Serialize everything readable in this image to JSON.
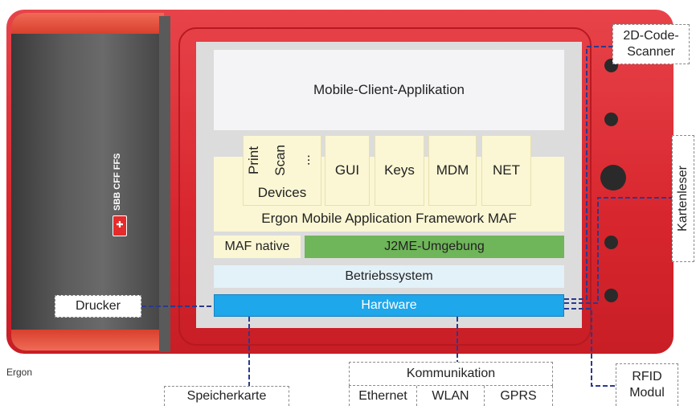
{
  "device": {
    "logo_text": "SBB CFF FFS",
    "logo_symbol": "✚"
  },
  "stack": {
    "app": "Mobile-Client-Applikation",
    "devices": {
      "items": [
        "Print",
        "Scan",
        "..."
      ],
      "label": "Devices"
    },
    "modules": [
      "GUI",
      "Keys",
      "MDM",
      "NET"
    ],
    "framework": "Ergon Mobile Application Framework MAF",
    "maf_native": "MAF native",
    "j2me": "J2ME-Umgebung",
    "os": "Betriebssystem",
    "hardware": "Hardware"
  },
  "callouts": {
    "scanner": "2D-Code-\nScanner",
    "kartenleser": "Kartenleser",
    "drucker": "Drucker",
    "speicherkarte": "Speicherkarte",
    "kommunikation": {
      "title": "Kommunikation",
      "items": [
        "Ethernet",
        "WLAN",
        "GPRS"
      ]
    },
    "rfid": "RFID\nModul"
  },
  "footer": {
    "brand": "Ergon"
  },
  "colors": {
    "device_red": "#d8262e",
    "hardware_blue": "#1ea7ea",
    "j2me_green": "#6fb55a",
    "os_lightblue": "#e3f1f8",
    "framework_cream": "#fbf7d4",
    "connector_blue": "#2a3a8f"
  }
}
